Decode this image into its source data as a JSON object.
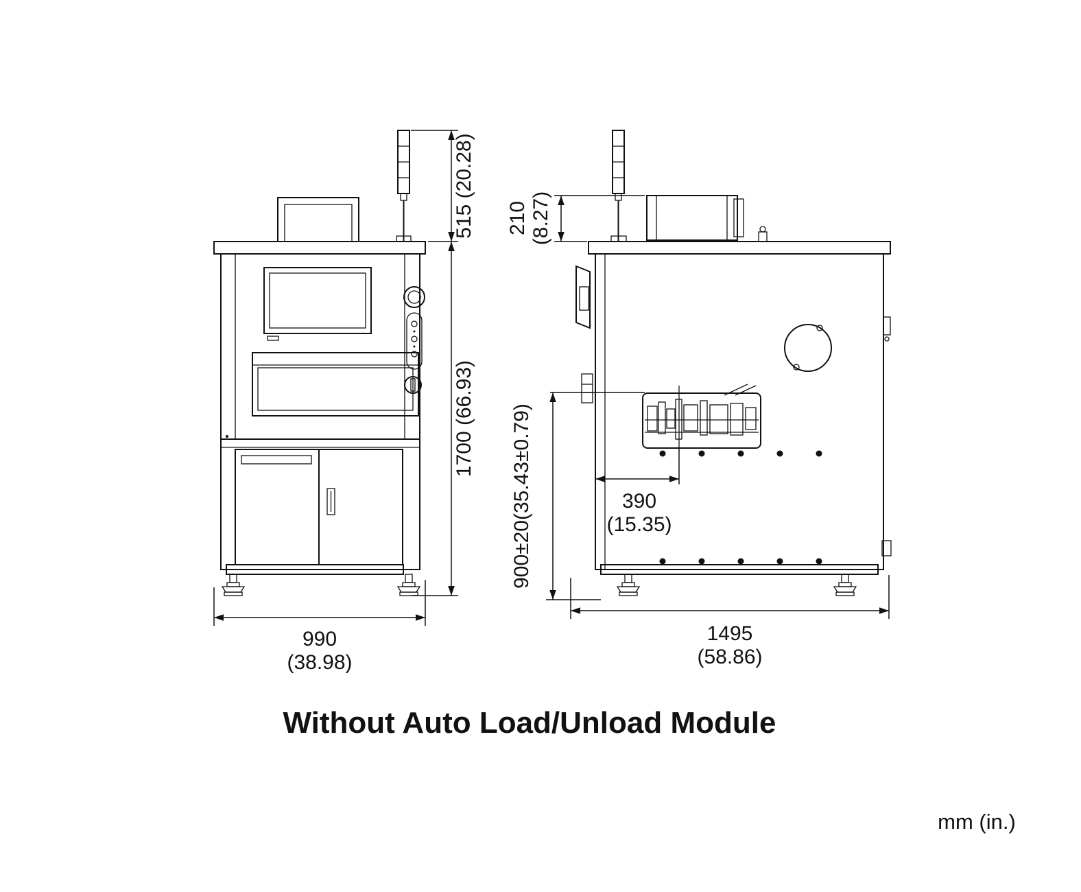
{
  "caption": "Without Auto Load/Unload Module",
  "units_label": "mm (in.)",
  "front_view": {
    "tower_height_label": "515 (20.28)",
    "height_label": "1700 (66.93)",
    "width_mm": "990",
    "width_in": "(38.98)"
  },
  "side_view": {
    "top_height_mm": "210",
    "top_height_in": "(8.27)",
    "height_label": "900±20(35.43±0.79)",
    "offset_mm": "390",
    "offset_in": "(15.35)",
    "width_mm": "1495",
    "width_in": "(58.86)"
  }
}
